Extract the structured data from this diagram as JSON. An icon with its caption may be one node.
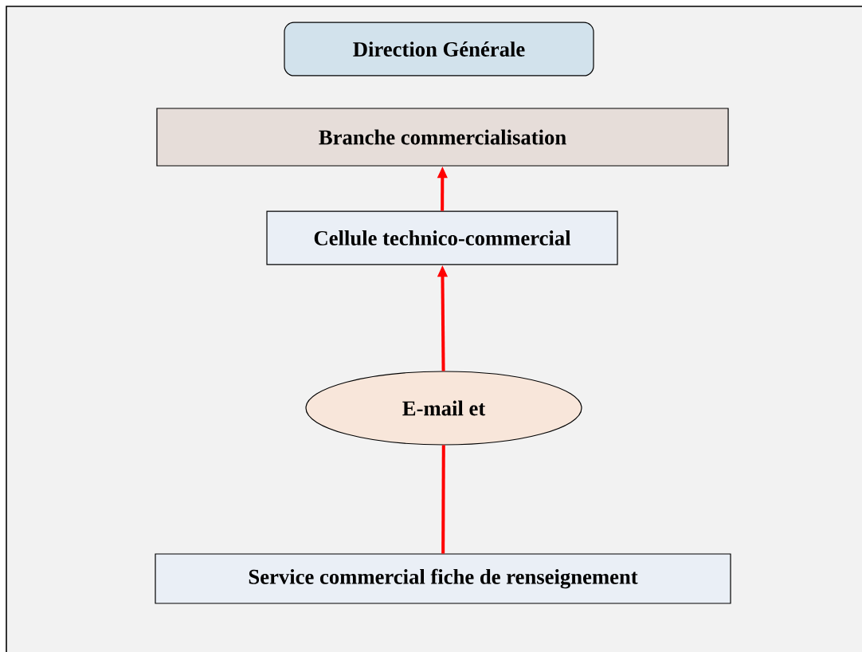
{
  "diagram": {
    "nodes": [
      {
        "text": [
          "Direction Générale"
        ]
      },
      {
        "text": [
          "Branche commercialisation"
        ]
      },
      {
        "text": [
          "Cellule technico-commercial"
        ]
      },
      {
        "text": [
          "E-mail et"
        ]
      },
      {
        "text": [
          "Service commercial fiche de renseignement"
        ]
      }
    ],
    "edges": [
      {
        "from": 2,
        "to": 1,
        "arrow": "to"
      },
      {
        "from": 3,
        "to": 2,
        "arrow": "to"
      },
      {
        "from": 4,
        "to": 3,
        "arrow": "none"
      }
    ]
  }
}
